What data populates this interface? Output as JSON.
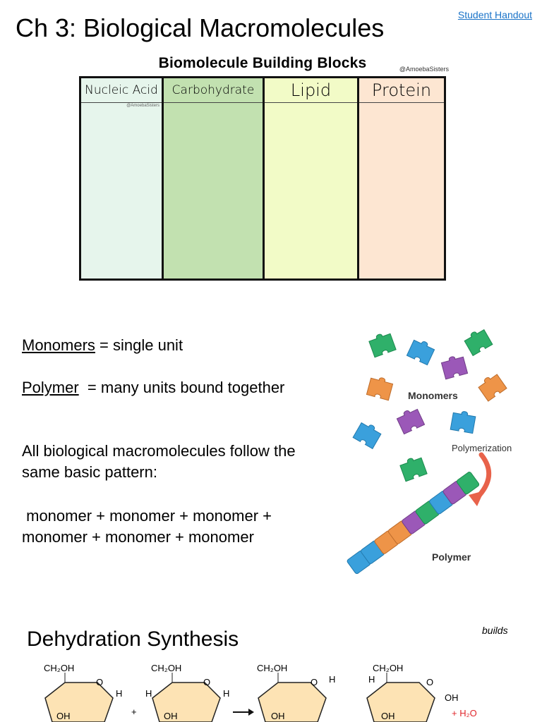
{
  "page": {
    "title": "Ch 3: Biological Macromolecules",
    "handout_link": "Student Handout"
  },
  "building_blocks": {
    "title": "Biomolecule Building Blocks",
    "credit": "@AmoebaSisters",
    "columns": [
      {
        "label": "Nucleic Acid",
        "color": "#e6f5ec",
        "sub": "@AmoebaSisters"
      },
      {
        "label": "Carbohydrate",
        "color": "#c2e1b0",
        "sub": ""
      },
      {
        "label": "Lipid",
        "color": "#f2fbc7",
        "sub": ""
      },
      {
        "label": "Protein",
        "color": "#fde6d2",
        "sub": ""
      }
    ]
  },
  "definitions": {
    "monomers_term": "Monomers",
    "monomers_def": " = single unit",
    "polymer_term": "Polymer",
    "polymer_def": "  = many units bound together",
    "pattern_line1": "All biological macromolecules follow the",
    "pattern_line2": "same basic pattern:",
    "equation_line1": " monomer + monomer + monomer +",
    "equation_line2": "monomer + monomer + monomer"
  },
  "diagram": {
    "monomers_label": "Monomers",
    "polymerization_label": "Polymerization",
    "polymer_label": "Polymer",
    "colors": {
      "green": "#2fb06a",
      "blue": "#3aa0dc",
      "purple": "#9b58b8",
      "orange": "#ee9448",
      "arrow": "#e8624a"
    }
  },
  "dehydration": {
    "title": "Dehydration Synthesis",
    "note": "builds",
    "ring_fill": "#fde3b4",
    "ch2oh": "CH₂OH",
    "o": "O",
    "h": "H",
    "oh": "OH",
    "plus": "+",
    "water": "+ H₂O",
    "water_color": "#e0262b"
  }
}
